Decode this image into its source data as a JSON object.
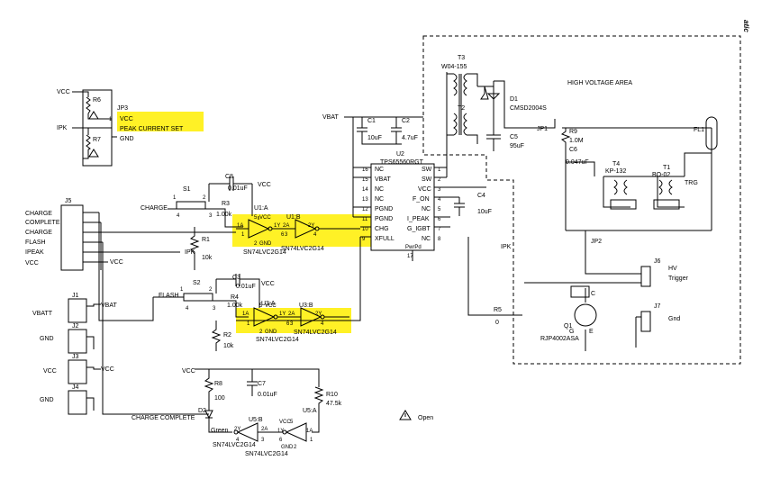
{
  "header": {
    "title": "atic"
  },
  "hv_area": {
    "label": "HIGH VOLTAGE AREA"
  },
  "legend": {
    "text": "Open"
  },
  "jp3": {
    "ref": "JP3",
    "pin1": "VCC",
    "pin2": "PEAK CURRENT SET",
    "pin3": "GND",
    "r6": "R6",
    "r7": "R7",
    "vcc": "VCC",
    "ipk": "IPK",
    "pin_num": "1"
  },
  "j5": {
    "ref": "J5",
    "labels": [
      "CHARGE",
      "COMPLETE",
      "CHARGE",
      "FLASH",
      "IPEAK",
      "VCC"
    ],
    "vcc_net": "VCC"
  },
  "u2": {
    "ref": "U2",
    "part": "TPS65560RGT",
    "left_pins": [
      {
        "num": "16",
        "name": "NC"
      },
      {
        "num": "15",
        "name": "VBAT"
      },
      {
        "num": "14",
        "name": "NC"
      },
      {
        "num": "13",
        "name": "NC"
      },
      {
        "num": "12",
        "name": "PGND"
      },
      {
        "num": "11",
        "name": "PGND"
      },
      {
        "num": "10",
        "name": "CHG"
      },
      {
        "num": "9",
        "name": "XFULL"
      }
    ],
    "right_pins": [
      {
        "num": "1",
        "name": "SW"
      },
      {
        "num": "2",
        "name": "SW"
      },
      {
        "num": "3",
        "name": "VCC"
      },
      {
        "num": "4",
        "name": "F_ON"
      },
      {
        "num": "5",
        "name": "NC"
      },
      {
        "num": "6",
        "name": "I_PEAK"
      },
      {
        "num": "7",
        "name": "G_IGBT"
      },
      {
        "num": "8",
        "name": "NC"
      }
    ],
    "pad": "PwrPd",
    "pad_num": "17"
  },
  "caps": {
    "c1": "C1",
    "c1v": "10uF",
    "c2": "C2",
    "c2v": "4.7uF",
    "c4": "C4",
    "c4v": "10uF",
    "c5": "C5",
    "c5v": "95uF",
    "c6": "C6",
    "c6v": "0.047uF",
    "c7": "C7",
    "c7v": "0.01uF",
    "c8": "C8",
    "c8v": "0.01uF",
    "c3": "C3",
    "c3v": "0.01uF"
  },
  "vbat": {
    "label": "VBAT"
  },
  "transformers": {
    "t3": "T3",
    "t3p": "W04-155",
    "t2": "T2",
    "t4": "T4",
    "t4p": "KP-132",
    "t1": "T1",
    "t1p": "BO-02",
    "trg": "TRG"
  },
  "d1": {
    "ref": "D1",
    "part": "CMSD2004S"
  },
  "jp1": "JP1",
  "jp2": "JP2",
  "r9": {
    "ref": "R9",
    "val": "1.0M"
  },
  "fl1": "FL1",
  "s1": {
    "ref": "S1",
    "label": "CHARGE",
    "p1": "1",
    "p2": "2",
    "p3": "3",
    "p4": "4"
  },
  "s2": {
    "ref": "S2",
    "label": "FLASH",
    "p1": "1",
    "p2": "2",
    "p3": "3",
    "p4": "4"
  },
  "r3": {
    "ref": "R3",
    "val": "1.00k"
  },
  "r4": {
    "ref": "R4",
    "val": "1.00k"
  },
  "r1": {
    "ref": "R1",
    "val": "10k"
  },
  "r2": {
    "ref": "R2",
    "val": "10k"
  },
  "r5": {
    "ref": "R5",
    "val": "0"
  },
  "r8": {
    "ref": "R8",
    "val": "100"
  },
  "r10": {
    "ref": "R10",
    "val": "47.5k"
  },
  "u1a": {
    "ref": "U1:A",
    "part": "SN74LVC2G14",
    "pins": [
      "5",
      "VCC",
      "1A",
      "1Y",
      "1",
      "6",
      "2",
      "GND"
    ]
  },
  "u1b": {
    "ref": "U1:B",
    "part": "SN74LVC2G14",
    "pins": [
      "2A",
      "2Y",
      "3",
      "4"
    ]
  },
  "u3a": {
    "ref": "U3:A",
    "part": "SN74LVC2G14",
    "pins": [
      "5",
      "VCC",
      "1A",
      "1Y",
      "1",
      "6",
      "2",
      "GND"
    ]
  },
  "u3b": {
    "ref": "U3:B",
    "part": "SN74LVC2G14",
    "pins": [
      "2A",
      "2Y",
      "3",
      "4"
    ]
  },
  "u5a": {
    "ref": "U5:A",
    "part": "SN74LVC2G14",
    "pins": [
      "VCC",
      "5",
      "1Y",
      "1A",
      "6",
      "1",
      "GND",
      "2"
    ]
  },
  "u5b": {
    "ref": "U5:B",
    "part": "SN74LVC2G14",
    "pins": [
      "2Y",
      "2A",
      "4",
      "3"
    ]
  },
  "d2": {
    "ref": "D2",
    "color": "Green"
  },
  "charge_complete": "CHARGE COMPLETE",
  "j1": {
    "ref": "J1",
    "net": "VBAT",
    "label": "VBATT"
  },
  "j2": {
    "ref": "J2",
    "label": "GND"
  },
  "j3": {
    "ref": "J3",
    "net": "VCC",
    "label": "VCC"
  },
  "j4": {
    "ref": "J4",
    "label": "GND"
  },
  "j6": {
    "ref": "J6",
    "l1": "HV",
    "l2": "Trigger"
  },
  "j7": {
    "ref": "J7",
    "l1": "Gnd"
  },
  "q1": {
    "ref": "Q1",
    "part": "RJP4002ASA",
    "c": "C",
    "g": "G",
    "e": "E"
  },
  "nets": {
    "vcc": "VCC",
    "ipk": "IPK"
  }
}
